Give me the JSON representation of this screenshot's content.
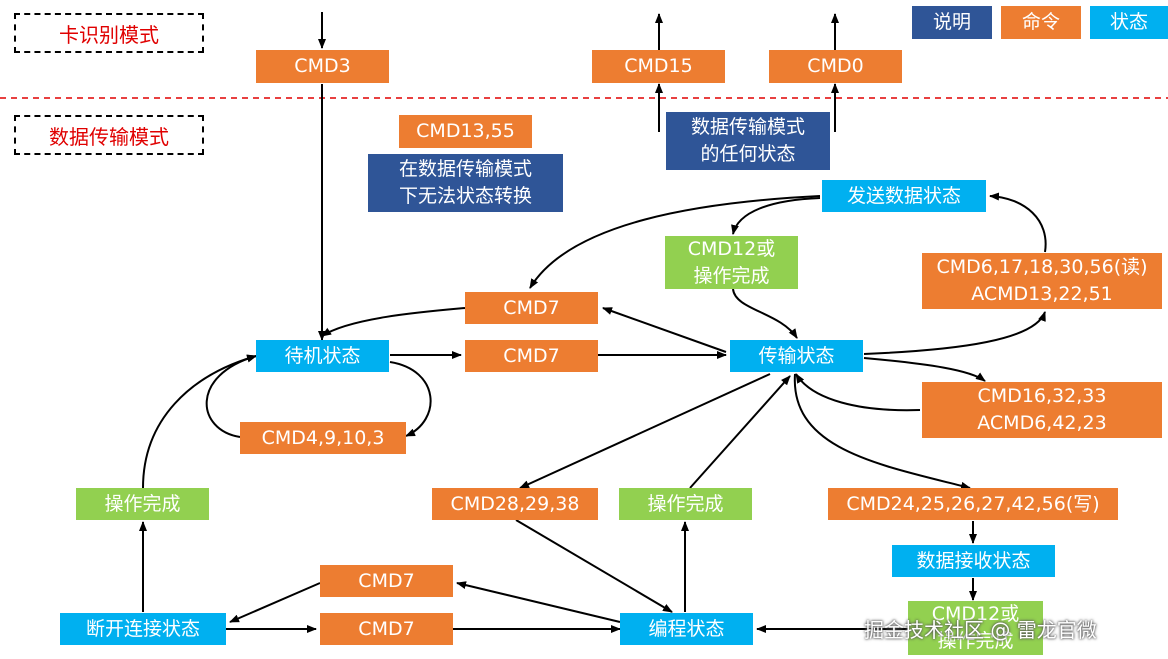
{
  "legend": {
    "note": "说明",
    "command": "命令",
    "state": "状态"
  },
  "modes": {
    "card_id": "卡识别模式",
    "data_transfer": "数据传输模式"
  },
  "nodes": {
    "cmd3": "CMD3",
    "cmd15": "CMD15",
    "cmd0": "CMD0",
    "cmd13_55": "CMD13,55",
    "note_no_transition": "在数据传输模式\n下无法状态转换",
    "note_any_state": "数据传输模式\n的任何状态",
    "sending": "发送数据状态",
    "cmd12_done_top": "CMD12或\n操作完成",
    "cmd_read": "CMD6,17,18,30,56(读)\nACMD13,22,51",
    "cmd7_top": "CMD7",
    "standby": "待机状态",
    "cmd7_mid": "CMD7",
    "transfer": "传输状态",
    "cmd16": "CMD16,32,33\nACMD6,42,23",
    "cmd4": "CMD4,9,10,3",
    "done_left": "操作完成",
    "cmd28": "CMD28,29,38",
    "done_mid": "操作完成",
    "cmd_write": "CMD24,25,26,27,42,56(写)",
    "receiving": "数据接收状态",
    "cmd7_bot1": "CMD7",
    "disconnect": "断开连接状态",
    "cmd7_bot2": "CMD7",
    "programming": "编程状态",
    "cmd12_done_bot": "CMD12或\n操作完成"
  },
  "watermark": "掘金技术社区 @ 雷龙官微",
  "colors": {
    "command": "#ED7D31",
    "state": "#00B0F0",
    "note": "#2F5597",
    "done": "#92D050",
    "mode_text": "#E00000",
    "divider": "#E00000"
  }
}
